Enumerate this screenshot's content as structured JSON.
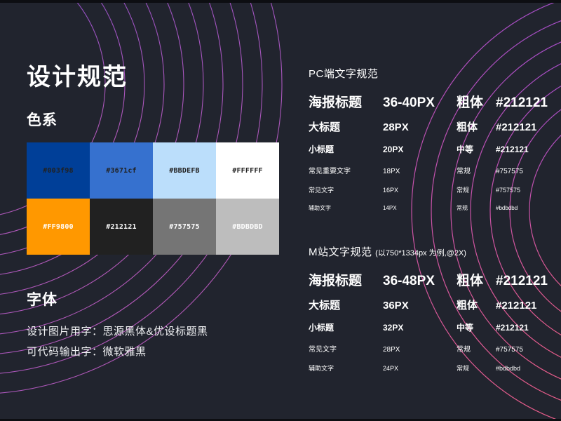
{
  "slide": {
    "background_color": "#21242e",
    "title": "设计规范"
  },
  "color_section": {
    "heading": "色系",
    "swatches": [
      {
        "hex": "#003f98",
        "label": "#003f98",
        "text_color": "#212121"
      },
      {
        "hex": "#3671cf",
        "label": "#3671cf",
        "text_color": "#212121"
      },
      {
        "hex": "#BBDEFB",
        "label": "#BBDEFB",
        "text_color": "#212121"
      },
      {
        "hex": "#FFFFFF",
        "label": "#FFFFFF",
        "text_color": "#212121"
      },
      {
        "hex": "#FF9800",
        "label": "#FF9800",
        "text_color": "#ffffff"
      },
      {
        "hex": "#212121",
        "label": "#212121",
        "text_color": "#ffffff"
      },
      {
        "hex": "#757575",
        "label": "#757575",
        "text_color": "#ffffff"
      },
      {
        "hex": "#BDBDBD",
        "label": "#BDBDBD",
        "text_color": "#ffffff"
      }
    ]
  },
  "font_section": {
    "heading": "字体",
    "lines": [
      "设计图片用字：思源黑体&优设标题黑",
      "可代码输出字：微软雅黑"
    ]
  },
  "pc_spec": {
    "title": "PC端文字规范",
    "note": "",
    "rows": [
      {
        "label": "海报标题",
        "size": "36-40PX",
        "weight": "粗体",
        "color": "#212121"
      },
      {
        "label": "大标题",
        "size": "28PX",
        "weight": "粗体",
        "color": "#212121"
      },
      {
        "label": "小标题",
        "size": "20PX",
        "weight": "中等",
        "color": "#212121"
      },
      {
        "label": "常见重要文字",
        "size": "18PX",
        "weight": "常规",
        "color": "#757575"
      },
      {
        "label": "常见文字",
        "size": "16PX",
        "weight": "常规",
        "color": "#757575"
      },
      {
        "label": "辅助文字",
        "size": "14PX",
        "weight": "常规",
        "color": "#bdbdbd"
      }
    ]
  },
  "m_spec": {
    "title": "M站文字规范",
    "note": "(以750*1334px 为例,@2X)",
    "rows": [
      {
        "label": "海报标题",
        "size": "36-48PX",
        "weight": "粗体",
        "color": "#212121"
      },
      {
        "label": "大标题",
        "size": "36PX",
        "weight": "粗体",
        "color": "#212121"
      },
      {
        "label": "小标题",
        "size": "32PX",
        "weight": "中等",
        "color": "#212121"
      },
      {
        "label": "常见文字",
        "size": "28PX",
        "weight": "常规",
        "color": "#757575"
      },
      {
        "label": "辅助文字",
        "size": "24PX",
        "weight": "常规",
        "color": "#bdbdbd"
      }
    ]
  },
  "decoration": {
    "left_arc_color_inner": "#5a52d8",
    "left_arc_color_outer": "#c45cc0",
    "right_arc_color_top": "#b855c8",
    "right_arc_color_bottom": "#ef5d90"
  }
}
